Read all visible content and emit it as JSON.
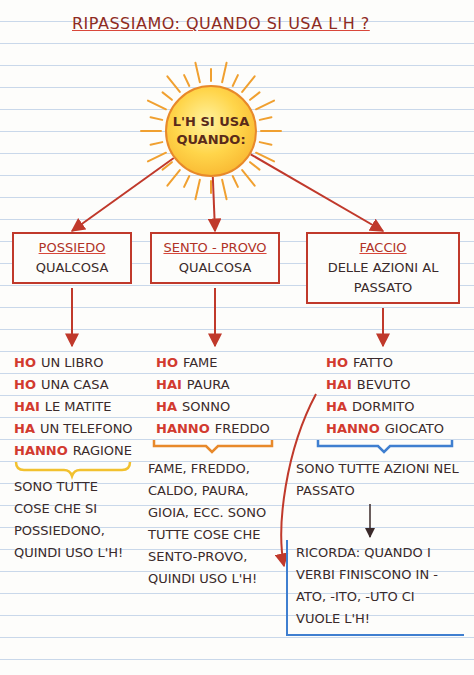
{
  "diagram": {
    "title": "RIPASSIAMO: QUANDO SI USA L'H ?",
    "nodes": [
      {
        "text": [
          "L'H SI USA QUANDO:"
        ]
      },
      {
        "text": [
          "POSSIEDO",
          "QUALCOSA"
        ]
      },
      {
        "text": [
          "SENTO - PROVO",
          "QUALCOSA"
        ]
      },
      {
        "text": [
          "FACCIO",
          "DELLE AZIONI AL PASSATO"
        ]
      },
      {
        "text": [
          "RICORDA: QUANDO I VERBI FINISCONO IN -ATO, -ITO, -UTO CI VUOLE L'H!"
        ]
      }
    ],
    "edges": [
      {
        "from": 0,
        "to": 1,
        "arrow": "to"
      },
      {
        "from": 0,
        "to": 2,
        "arrow": "to"
      },
      {
        "from": 0,
        "to": 3,
        "arrow": "to"
      }
    ],
    "labels": [
      "HO",
      "UN LIBRO",
      "HO",
      "UNA CASA",
      "HAI",
      "LE MATITE",
      "HA",
      "UN TELEFONO",
      "HANNO",
      "RAGIONE",
      "HO",
      "FAME",
      "HAI",
      "PAURA",
      "HA",
      "SONNO",
      "HANNO",
      "FREDDO",
      "HO",
      "FATTO",
      "HAI",
      "BEVUTO",
      "HA",
      "DORMITO",
      "HANNO",
      "GIOCATO",
      "SONO TUTTE COSE CHE SI POSSIEDONO, QUINDI USO L'H!",
      "FAME, FREDDO, CALDO, PAURA, GIOIA, ECC. SONO TUTTE COSE CHE SENTO-PROVO, QUINDI USO L'H!",
      "SONO TUTTE AZIONI NEL PASSATO"
    ]
  }
}
